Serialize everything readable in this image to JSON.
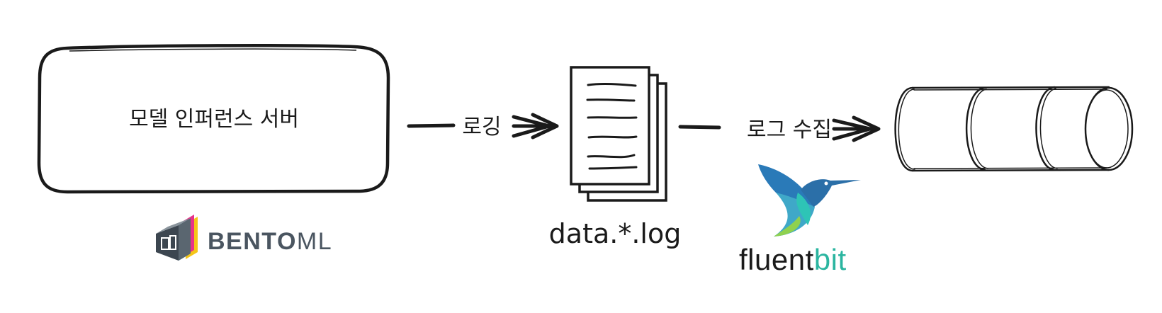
{
  "nodes": {
    "server": {
      "label": "모델 인퍼런스 서버"
    },
    "logfile": {
      "label": "data.*.log"
    },
    "storage": {
      "label": ""
    }
  },
  "edges": {
    "logging": {
      "label": "로깅"
    },
    "collect": {
      "label": "로그 수집"
    }
  },
  "logos": {
    "bentoml": {
      "text_a": "BENTO",
      "text_b": "ML",
      "icon": "bentoml-cube-icon"
    },
    "fluentbit": {
      "text_a": "fluent",
      "text_b": "bit",
      "icon": "hummingbird-icon"
    }
  },
  "colors": {
    "ink": "#1a1a1a",
    "bentoml_text": "#4a5560",
    "fluentbit_dark": "#1b1b1b",
    "fluentbit_teal": "#2bb5a0",
    "bento_pink": "#e8318a",
    "bento_yellow": "#f5c518",
    "bento_cyan": "#1ca8dd",
    "bento_dark": "#3c4650"
  }
}
